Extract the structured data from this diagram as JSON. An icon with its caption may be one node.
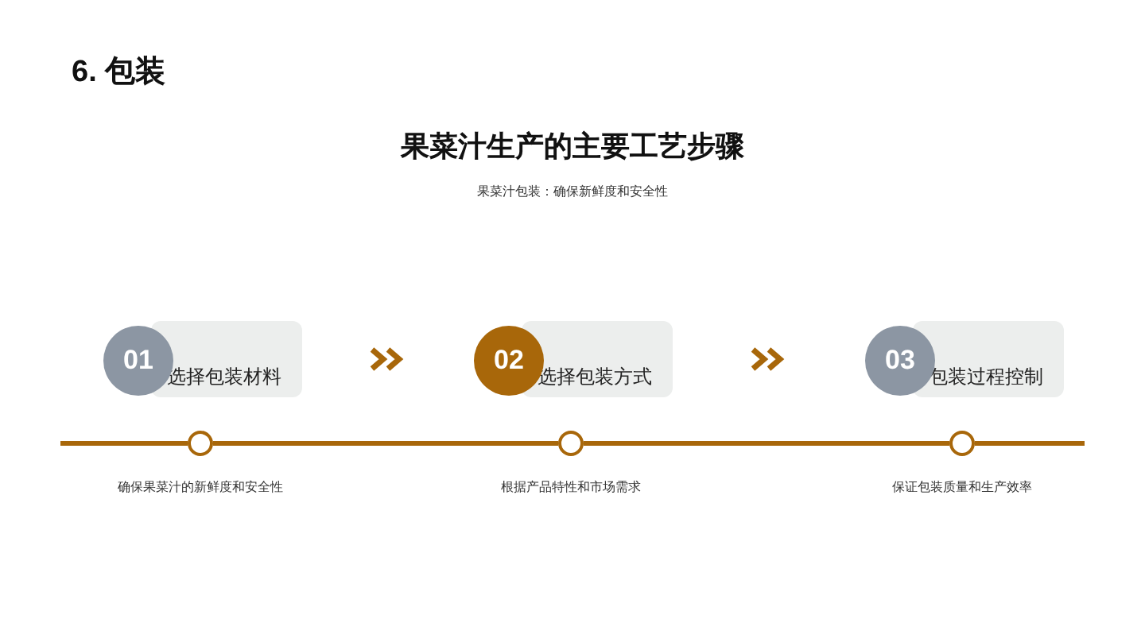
{
  "diagram": {
    "title": "6. 包装",
    "nodes": [
      {
        "text": [
          "01",
          "选择包装材料"
        ]
      },
      {
        "text": [
          "02",
          "选择包装方式"
        ]
      },
      {
        "text": [
          "03",
          "包装过程控制"
        ]
      },
      {
        "text": [],
        "shape": "circle",
        "beside": [
          "确保果菜汁的新鲜度和安全性"
        ]
      },
      {
        "text": [],
        "shape": "circle",
        "beside": [
          "根据产品特性和市场需求"
        ]
      },
      {
        "text": [],
        "shape": "circle",
        "beside": [
          "保证包装质量和生产效率"
        ]
      }
    ],
    "edges": [
      {
        "from": 0,
        "to": 1,
        "arrow": "to"
      },
      {
        "from": 1,
        "to": 2,
        "arrow": "to"
      },
      {
        "from": null,
        "to": 3,
        "arrow": "none"
      },
      {
        "from": 3,
        "to": 4,
        "arrow": "none"
      },
      {
        "from": 4,
        "to": 5,
        "arrow": "none"
      },
      {
        "from": 5,
        "to": null,
        "arrow": "none"
      }
    ],
    "labels": [
      "果菜汁生产的主要工艺步骤",
      "果菜汁包装：确保新鲜度和安全性"
    ]
  }
}
